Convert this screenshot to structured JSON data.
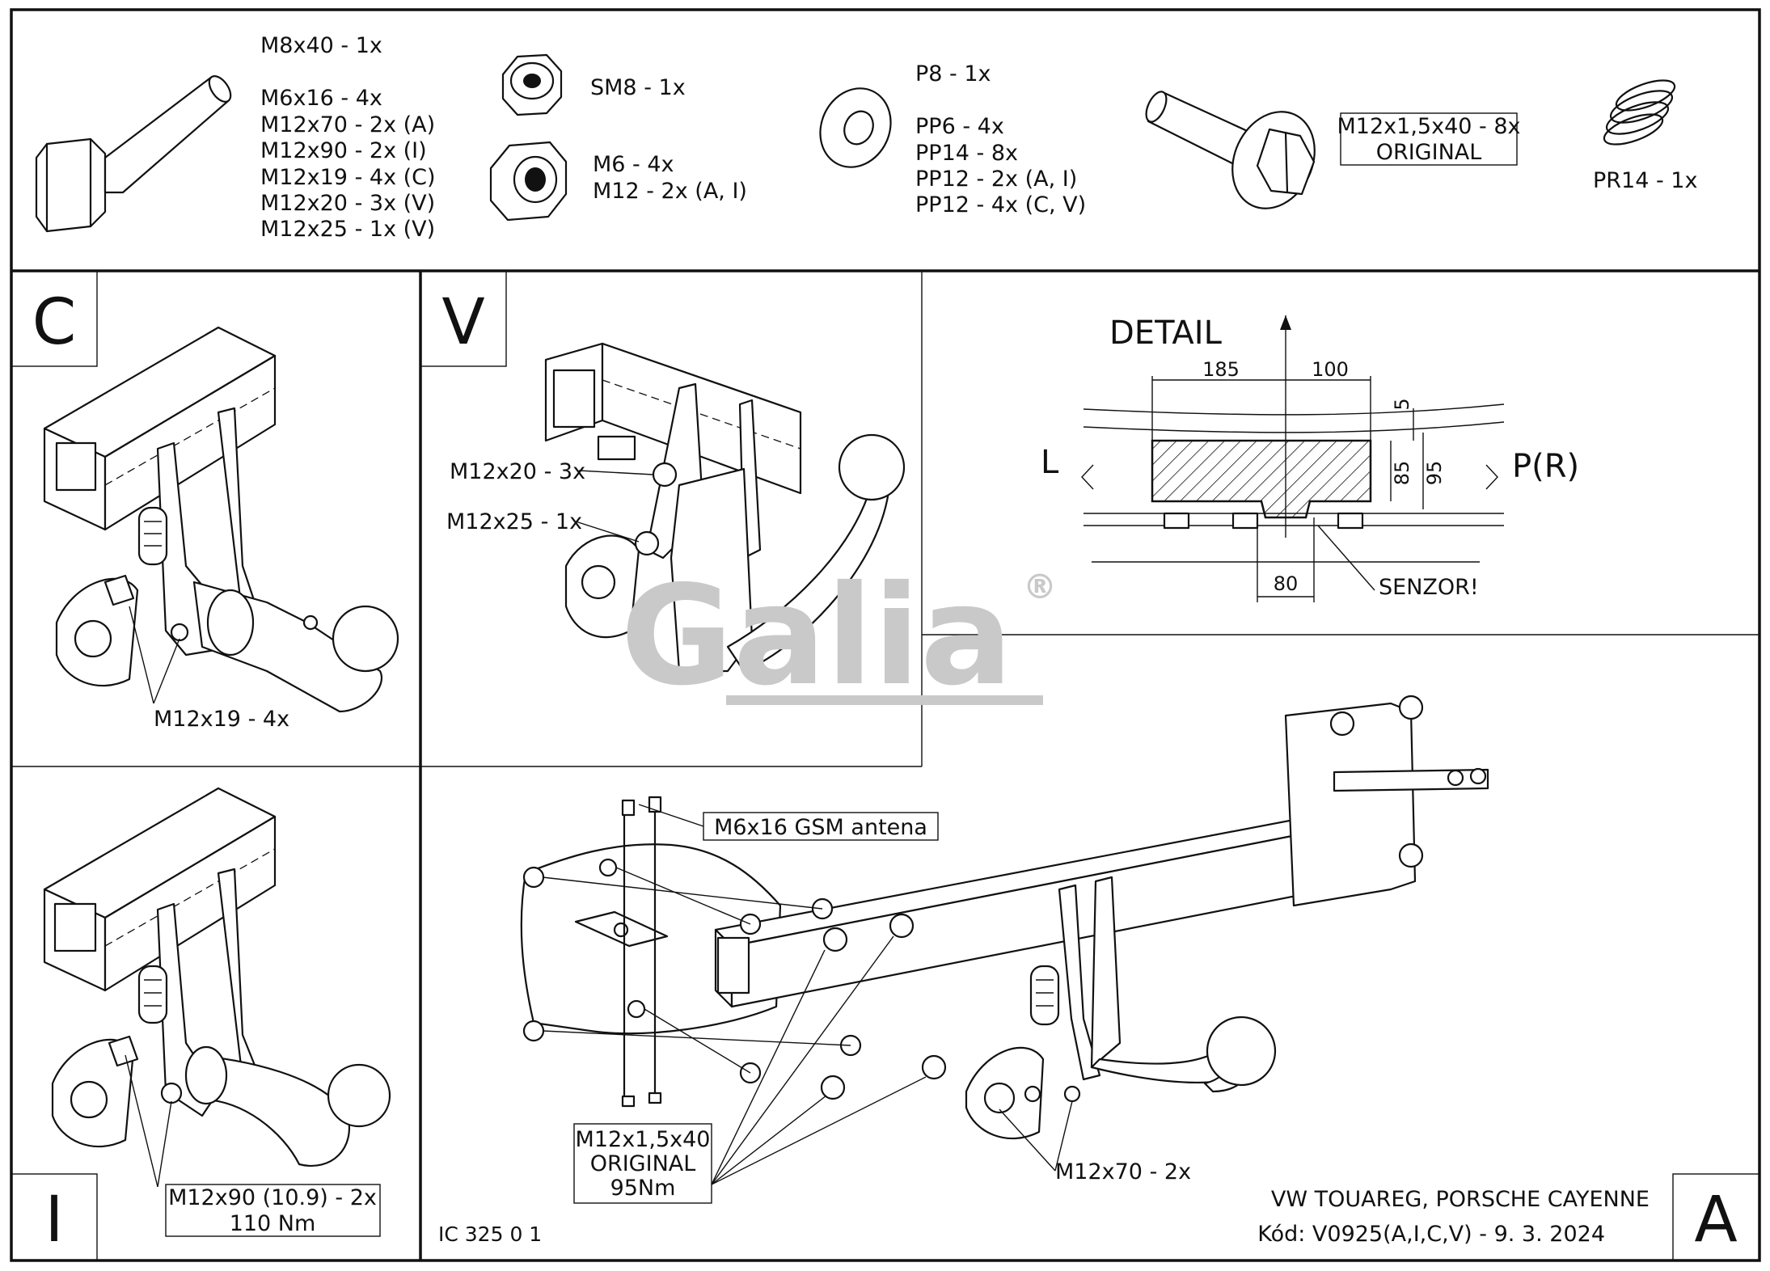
{
  "parts": {
    "bolts": [
      "M8x40 - 1x",
      "M6x16 - 4x",
      "M12x70 - 2x (A)",
      "M12x90 - 2x (I)",
      "M12x19 - 4x (C)",
      "M12x20 - 3x (V)",
      "M12x25 - 1x (V)"
    ],
    "locknut": "SM8 - 1x",
    "nuts": [
      "M6 - 4x",
      "M12 - 2x (A, I)"
    ],
    "washers": [
      "P8 - 1x",
      "PP6 - 4x",
      "PP14 - 8x",
      "PP12 - 2x (A, I)",
      "PP12 - 4x (C, V)"
    ],
    "flange_bolt": [
      "M12x1,5x40 - 8x",
      "ORIGINAL"
    ],
    "spring_washer": "PR14 - 1x"
  },
  "panels": {
    "c": {
      "letter": "C",
      "callout": "M12x19 - 4x"
    },
    "v": {
      "letter": "V",
      "callout_1": "M12x20 - 3x",
      "callout_2": "M12x25 - 1x"
    },
    "i": {
      "letter": "I",
      "callout_1": "M12x90 (10.9) - 2x",
      "callout_2": "110 Nm"
    },
    "a": {
      "letter": "A",
      "gsm": "M6x16 GSM antena",
      "orig": [
        "M12x1,5x40",
        "ORIGINAL",
        "95Nm"
      ],
      "m12x70": "M12x70 - 2x"
    }
  },
  "detail": {
    "title": "DETAIL",
    "left": "L",
    "right": "P(R)",
    "dims": {
      "d185": "185",
      "d100": "100",
      "d5": "5",
      "d85": "85",
      "d95": "95",
      "d80": "80"
    },
    "sensor": "SENZOR!"
  },
  "footer": {
    "code_left": "IC 325 0 1",
    "vehicle": "VW TOUAREG, PORSCHE CAYENNE",
    "code": "Kód: V0925(A,I,C,V) - 9. 3. 2024"
  },
  "logo": {
    "text": "Galia",
    "mark": "®"
  }
}
